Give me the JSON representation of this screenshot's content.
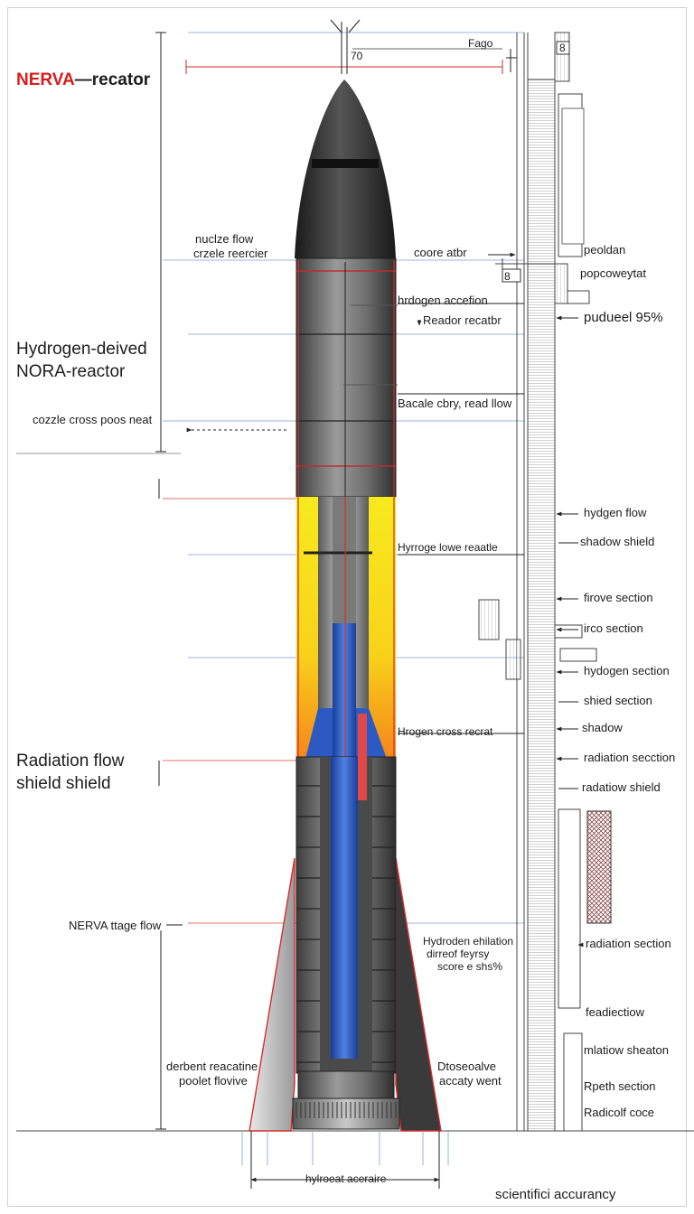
{
  "title": {
    "part1": "NERVA",
    "part2": "—recator"
  },
  "top_dims": {
    "dim_a": "70",
    "dim_b": "Fago"
  },
  "side_labels": {
    "hydrogen_derived": "Hydrogen-deived",
    "nora_reactor": "NORA-reactor",
    "cozzle": "cozzle cross poos neat",
    "radiation_flow": "Radiation  flow",
    "shield_shield": "shield shield",
    "nerva_stage": "NERVA ttage flow",
    "nozzle_flow_1": "nuclze flow",
    "nozzle_flow_2": "crzele reercier",
    "derbent_1": "derbent reacatine",
    "derbent_2": "poolet flovive"
  },
  "center_labels": {
    "core_abr": "coore atbr",
    "hydrogen_accel": "hrdogen accefion",
    "reador": "Reador recatbr",
    "bacale": "Bacale cbry, read llow",
    "hyrroge": "Hyrroge lowe reaatle",
    "hrogen_cross": "Hrogen cross recrat",
    "hydroden_1": "Hydroden ehilation",
    "hydroden_2": "dirreof feyrsy",
    "hydroden_3": "score e shs%",
    "dtosecalve_1": "Dtoseoalve",
    "dtosecalve_2": "accaty went"
  },
  "right_labels": {
    "peoldan": "peoldan",
    "popcoweyat": "popcoweytat",
    "pudueel": "pudueel 95%",
    "hydgen_flow": "hydgen  flow",
    "shadow_shield": "shadow  shield",
    "firove": "firove section",
    "irco": "irco section",
    "hydrogen_section": "hydogen section",
    "shied_section": "shied section",
    "shadow": "shadow",
    "radiation_section_1": "radiation  secction",
    "radiatiow_shield": "radatiow  shield",
    "radiation_section_2": "radiation  section",
    "feadiectiow": "feadiectiow",
    "mlatiow": "mlatiow sheaton",
    "rpeth": "Rpeth  section",
    "radicolf": "Radicolf coce",
    "box_tag_1": "8",
    "box_tag_2": "8"
  },
  "bottom": {
    "span_label": "hylroeat aceraire",
    "footer": "scientifici accurancy"
  },
  "colors": {
    "body_dark": "#2b2b2b",
    "body_grey": "#8c8c8c",
    "flame_yellow": "#f7ea1e",
    "flame_orange": "#f59a1b",
    "coolant_blue": "#2f5fc8",
    "accent_red": "#d61d1d",
    "guide_blue": "#7b9cc9"
  }
}
